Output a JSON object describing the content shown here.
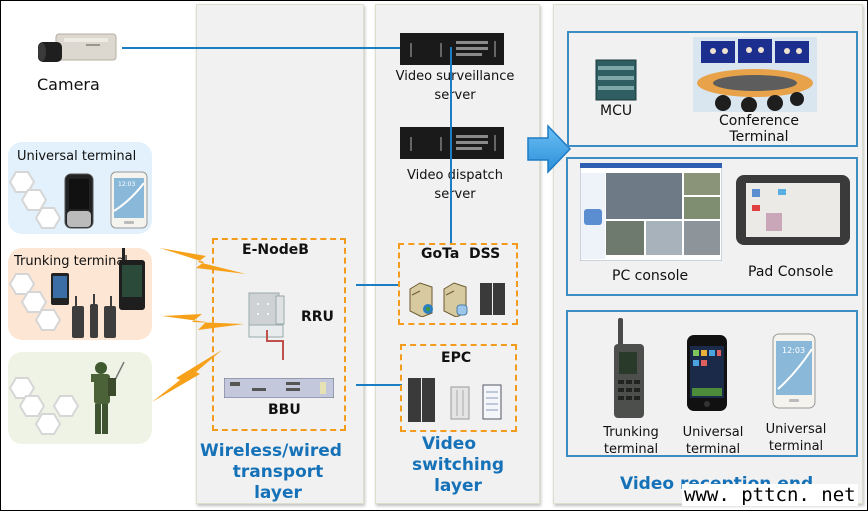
{
  "left": {
    "camera_label": "Camera",
    "terminal_cards": [
      {
        "label": "Universal terminal",
        "bg": "#e2f1fb"
      },
      {
        "label": "Trunking terminal",
        "bg": "#fde6d4"
      },
      {
        "label": "",
        "bg": "#eff3e6"
      }
    ]
  },
  "transport_layer": {
    "title_lines": [
      "Wireless/wired",
      "transport",
      "layer"
    ],
    "enodeb_label": "E-NodeB",
    "rru_label": "RRU",
    "bbu_label": "BBU"
  },
  "switching_layer": {
    "title_lines": [
      "Video",
      "switching",
      "layer"
    ],
    "surveillance_server": [
      "Video surveillance",
      "server"
    ],
    "dispatch_server": [
      "Video dispatch",
      "server"
    ],
    "gota_dss_label": "GoTa  DSS",
    "epc_label": "EPC"
  },
  "reception_end": {
    "title": "Video reception end",
    "mcu_label": "MCU",
    "conference_label": [
      "Conference",
      "Terminal"
    ],
    "pc_console_label": "PC console",
    "pad_console_label": "Pad Console",
    "devices": [
      {
        "line1": "Trunking",
        "line2": "terminal"
      },
      {
        "line1": "Universal",
        "line2": "terminal"
      },
      {
        "line1": "Universal",
        "line2": "terminal"
      }
    ]
  },
  "colors": {
    "accent_blue": "#1672b8",
    "link_blue": "#1a7ec3",
    "dashed_orange": "#f39b1c",
    "lightning_orange": "#f7a11a",
    "panel_bg": "#f1f1f1"
  },
  "watermark": "www. pttcn. net"
}
